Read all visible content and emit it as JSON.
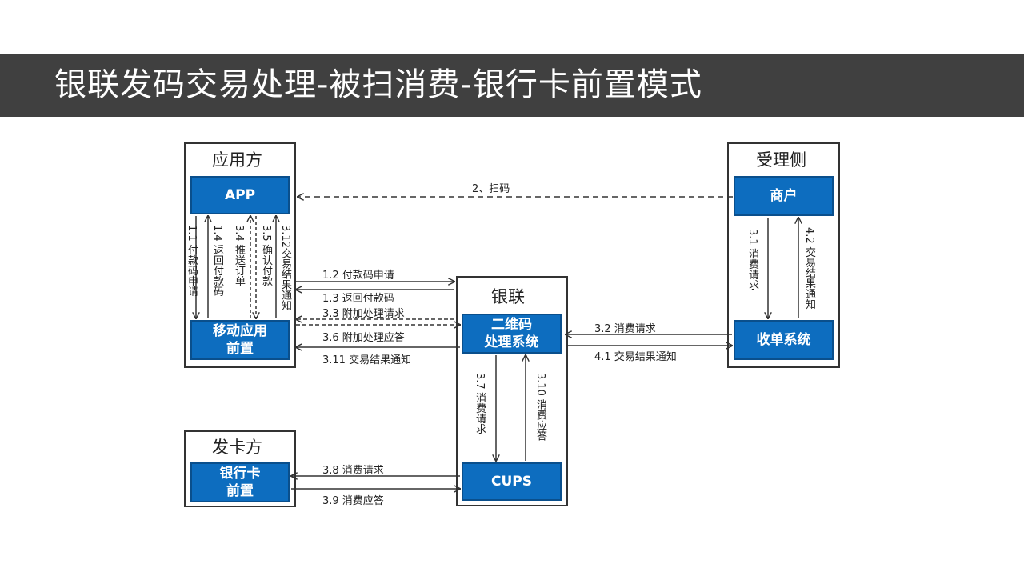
{
  "title": "银联发码交易处理-被扫消费-银行卡前置模式",
  "groups": {
    "app_side": {
      "title": "应用方",
      "box_app": "APP",
      "box_front_l1": "移动应用",
      "box_front_l2": "前置"
    },
    "acquirer": {
      "title": "受理侧",
      "box_merchant": "商户",
      "box_pos": "收单系统"
    },
    "unionpay": {
      "title": "银联",
      "box_qr_l1": "二维码",
      "box_qr_l2": "处理系统",
      "box_cups": "CUPS"
    },
    "issuer": {
      "title": "发卡方",
      "box_bank_l1": "银行卡",
      "box_bank_l2": "前置"
    }
  },
  "flows": {
    "f2": "2、扫码",
    "f1_1": "1.1 付款码申请",
    "f1_4": "1.4 返回付款码",
    "f3_4": "3.4 推送订单",
    "f3_5": "3.5 确认付款",
    "f3_12": "3.12交易结果通知",
    "f1_2": "1.2 付款码申请",
    "f1_3": "1.3 返回付款码",
    "f3_3": "3.3 附加处理请求",
    "f3_6": "3.6 附加处理应答",
    "f3_11": "3.11 交易结果通知",
    "f3_2": "3.2 消费请求",
    "f4_1": "4.1 交易结果通知",
    "f3_1": "3.1 消费请求",
    "f4_2": "4.2 交易结果通知",
    "f3_7": "3.7 消费请求",
    "f3_10": "3.10 消费应答",
    "f3_8": "3.8 消费请求",
    "f3_9": "3.9 消费应答"
  }
}
